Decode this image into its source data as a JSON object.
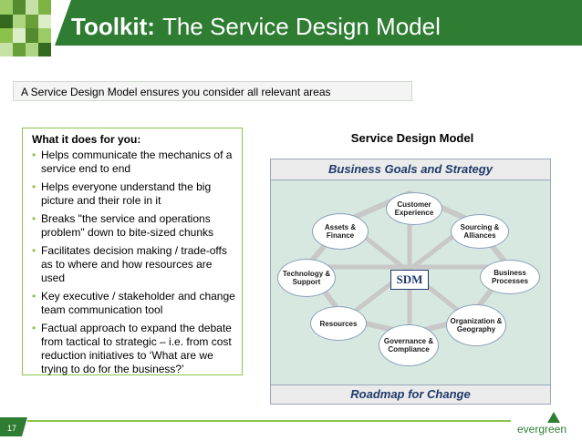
{
  "header": {
    "title_prefix": "Toolkit:",
    "title_main": "The Service Design Model"
  },
  "intro": {
    "text": "A Service Design Model ensures you consider all relevant areas"
  },
  "left_panel": {
    "heading": "What it does for you:",
    "bullets": [
      "Helps communicate the mechanics of a service end to end",
      "Helps everyone understand the big picture and their role in it",
      "Breaks \"the service and operations problem\" down to bite-sized chunks",
      "Facilitates decision making / trade-offs as to where and how resources are used",
      "Key executive / stakeholder and change team communication tool",
      "Factual approach to expand the debate from tactical to strategic – i.e. from cost reduction initiatives to ‘What are we trying to do for the business?’"
    ]
  },
  "diagram": {
    "title": "Service Design Model",
    "top_band": "Business Goals and Strategy",
    "bottom_band": "Roadmap for Change",
    "center": "SDM",
    "nodes": {
      "customer": "Customer Experience",
      "sourcing": "Sourcing & Alliances",
      "business": "Business Processes",
      "organization": "Organization & Geography",
      "governance": "Governance & Compliance",
      "resources": "Resources",
      "technology": "Technology & Support",
      "assets": "Assets & Finance"
    }
  },
  "footer": {
    "page_number": "17",
    "brand": "evergreen"
  },
  "colors": {
    "title_bar": "#2e7d32",
    "accent": "#8bc34a",
    "diagram_bg": "#d6e8e0",
    "navy": "#1f3a6b"
  }
}
